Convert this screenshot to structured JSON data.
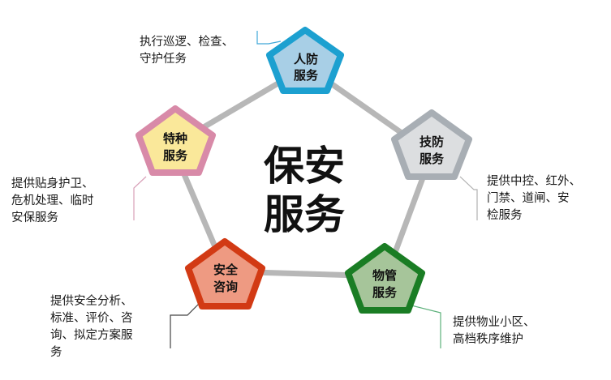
{
  "center": {
    "line1": "保安",
    "line2": "服务"
  },
  "nodes": {
    "renfang": {
      "line1": "人防",
      "line2": "服务",
      "border": "#1ca0d0",
      "fill": "#a8cfe6",
      "desc": [
        "执行巡逻、检查、",
        "守护任务"
      ]
    },
    "jifang": {
      "line1": "技防",
      "line2": "服务",
      "border": "#a8aeb4",
      "fill": "#dcdee0",
      "desc": [
        "提供中控、红外、",
        "门禁、道闸、安",
        "检服务"
      ]
    },
    "wuguan": {
      "line1": "物管",
      "line2": "服务",
      "border": "#1a7d24",
      "fill": "#a6c59a",
      "desc": [
        "提供物业小区、",
        "高档秩序维护"
      ]
    },
    "anquan": {
      "line1": "安全",
      "line2": "咨询",
      "border": "#d23a14",
      "fill": "#ee9a82",
      "desc": [
        "提供安全分析、",
        "标准、评价、咨",
        "询、拟定方案服",
        "务"
      ]
    },
    "tezhong": {
      "line1": "特种",
      "line2": "服务",
      "border": "#d88aa8",
      "fill": "#fae89a",
      "desc": [
        "提供贴身护卫、",
        "危机处理、临时",
        "安保服务"
      ]
    }
  },
  "ring_color": "#b7b7b7"
}
